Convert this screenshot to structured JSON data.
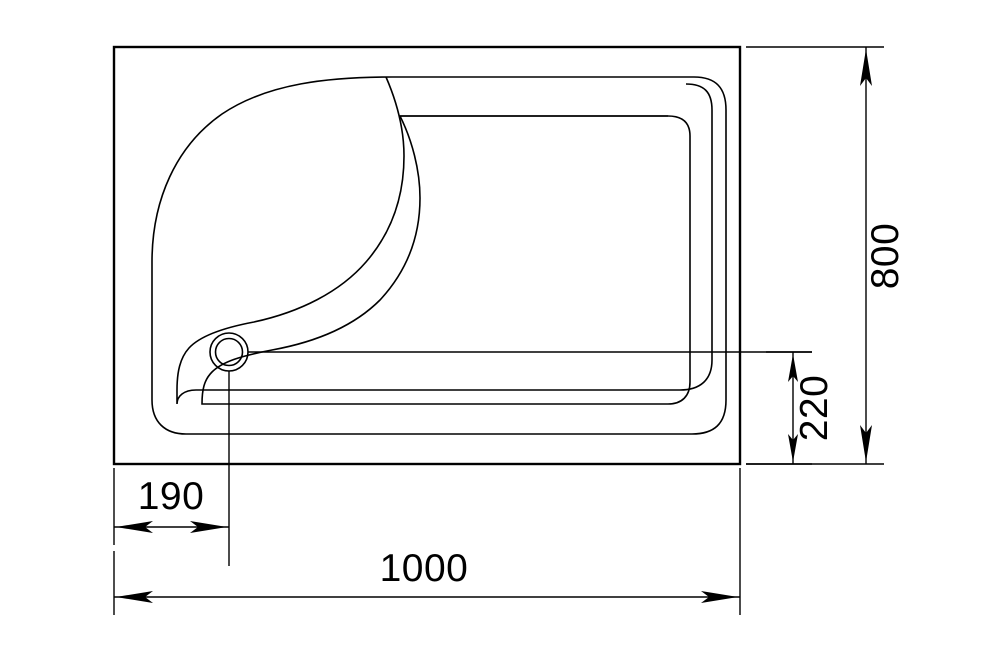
{
  "drawing": {
    "type": "technical-drawing",
    "subject": "rectangular-shower-tray-plan-view",
    "units": "mm",
    "line_color": "#000000",
    "background_color": "#ffffff"
  },
  "dimensions": {
    "overall_width": {
      "label": "1000",
      "name": "width-dimension",
      "orientation": "horizontal",
      "position": "bottom"
    },
    "overall_depth": {
      "label": "800",
      "name": "depth-dimension",
      "orientation": "vertical-rotated",
      "position": "right"
    },
    "drain_offset_from_left": {
      "label": "190",
      "name": "drain-offset-x-dimension",
      "orientation": "horizontal",
      "position": "bottom-left"
    },
    "drain_offset_from_bottom": {
      "label": "220",
      "name": "drain-offset-y-dimension",
      "orientation": "vertical-rotated",
      "position": "right-lower"
    }
  },
  "features": {
    "drain": {
      "name": "drain-waste-outlet",
      "shape": "concentric-circles",
      "count": 2
    },
    "tray_outline": {
      "name": "tray-outline",
      "shape": "rounded-rectangle-with-curved-seat"
    },
    "basin": {
      "name": "basin-floor",
      "shape": "rounded-rectangle"
    }
  }
}
